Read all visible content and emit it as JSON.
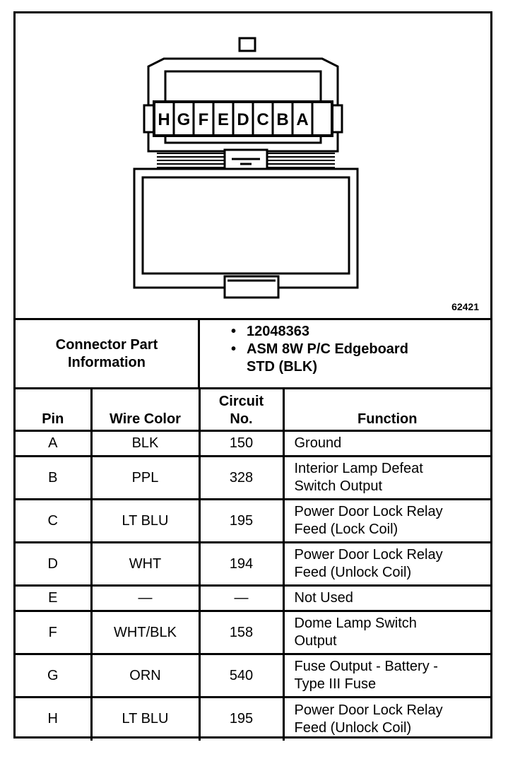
{
  "figure": {
    "id": "62421",
    "pin_letters": [
      "H",
      "G",
      "F",
      "E",
      "D",
      "C",
      "B",
      "A"
    ]
  },
  "connector_info": {
    "label": "Connector Part\nInformation",
    "items": [
      "12048363",
      "ASM 8W P/C Edgeboard\nSTD (BLK)"
    ]
  },
  "table": {
    "headers": {
      "pin": "Pin",
      "wire_color": "Wire Color",
      "circuit": "Circuit\nNo.",
      "function": "Function"
    },
    "rows": [
      {
        "pin": "A",
        "wire_color": "BLK",
        "circuit": "150",
        "function": "Ground"
      },
      {
        "pin": "B",
        "wire_color": "PPL",
        "circuit": "328",
        "function": "Interior Lamp Defeat\nSwitch Output"
      },
      {
        "pin": "C",
        "wire_color": "LT BLU",
        "circuit": "195",
        "function": "Power Door Lock Relay\nFeed (Lock Coil)"
      },
      {
        "pin": "D",
        "wire_color": "WHT",
        "circuit": "194",
        "function": "Power Door Lock Relay\nFeed (Unlock Coil)"
      },
      {
        "pin": "E",
        "wire_color": "—",
        "circuit": "—",
        "function": "Not Used"
      },
      {
        "pin": "F",
        "wire_color": "WHT/BLK",
        "circuit": "158",
        "function": "Dome Lamp Switch\nOutput"
      },
      {
        "pin": "G",
        "wire_color": "ORN",
        "circuit": "540",
        "function": "Fuse Output - Battery -\nType III Fuse"
      },
      {
        "pin": "H",
        "wire_color": "LT BLU",
        "circuit": "195",
        "function": "Power Door Lock Relay\nFeed (Unlock Coil)"
      }
    ]
  }
}
